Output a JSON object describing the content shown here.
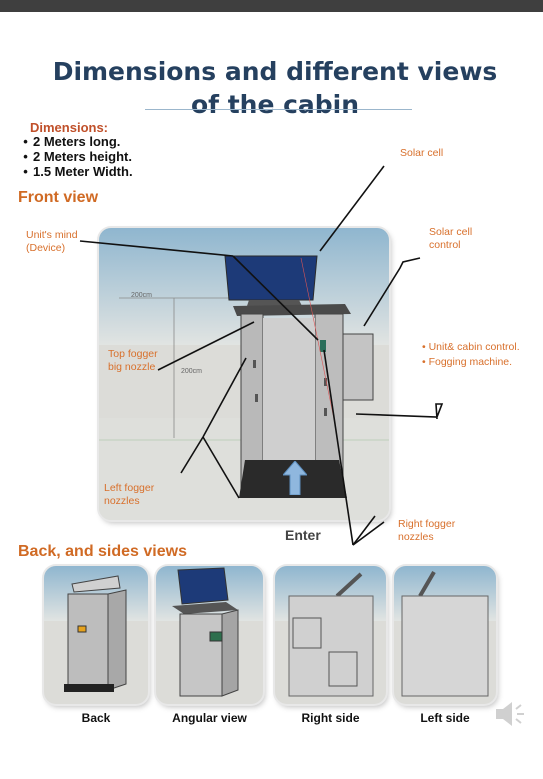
{
  "title": "Dimensions and different views of the cabin",
  "dimensions": {
    "heading": "Dimensions:",
    "items": [
      "2 Meters long.",
      "2 Meters height.",
      "1.5 Meter Width."
    ]
  },
  "front_view": {
    "heading": "Front view",
    "callouts": {
      "solar_cell": "Solar cell",
      "units_mind": "Unit's mind (Device)",
      "solar_cell_control": "Solar cell control",
      "top_fogger": "Top fogger big nozzle",
      "unit_control": "Unit& cabin control.",
      "fogging_machine": "Fogging machine.",
      "left_fogger": "Left fogger nozzles",
      "right_fogger": "Right fogger nozzles"
    },
    "enter_label": "Enter",
    "measure_200_width": "200cm",
    "measure_200_height": "200cm"
  },
  "views": {
    "heading": "Back, and sides views",
    "labels": [
      "Back",
      "Angular view",
      "Right side",
      "Left side"
    ]
  },
  "colors": {
    "title": "#25405f",
    "accent": "#d06a24",
    "arrow": "#8fb7de"
  },
  "icons": [
    "speaker-icon"
  ]
}
